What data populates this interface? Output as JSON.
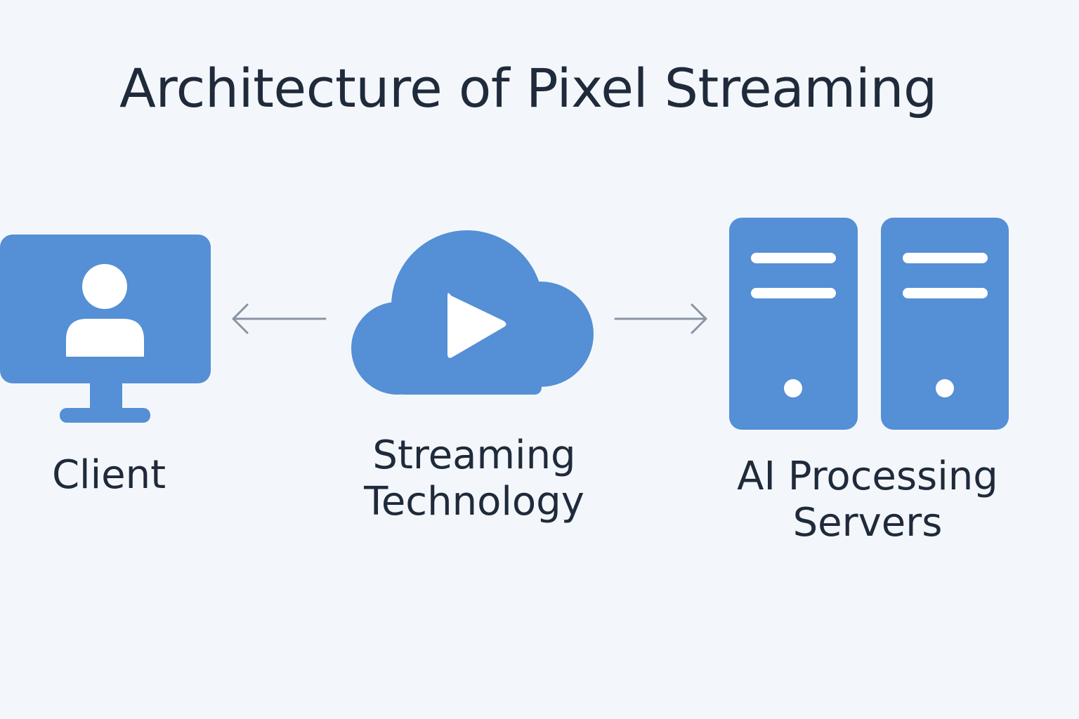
{
  "title": "Architecture of Pixel Streaming",
  "colors": {
    "background": "#f3f7fc",
    "icon_fill": "#558fd5",
    "icon_detail": "#ffffff",
    "arrow": "#8a94a3",
    "text": "#1f2a3a"
  },
  "nodes": {
    "client": {
      "icon": "monitor-user-icon",
      "label": "Client"
    },
    "streaming": {
      "icon": "cloud-play-icon",
      "label_lines": [
        "Streaming",
        "Technology"
      ]
    },
    "servers": {
      "icon": "server-rack-icon",
      "label_lines": [
        "AI Processing",
        "Servers"
      ]
    }
  },
  "edges": [
    {
      "from": "streaming",
      "to": "client",
      "direction": "left"
    },
    {
      "from": "streaming",
      "to": "servers",
      "direction": "right"
    }
  ]
}
